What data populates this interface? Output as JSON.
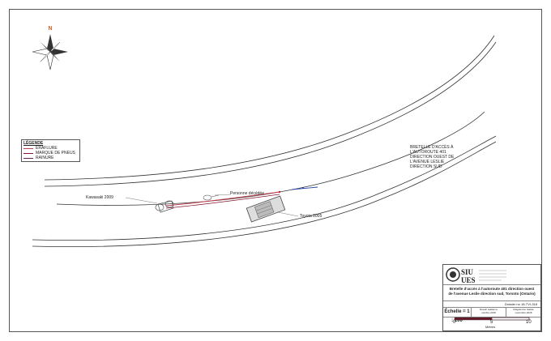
{
  "north_label": "N",
  "legend": {
    "title": "LÉGENDE",
    "items": [
      {
        "label": "ÉRAFLURE",
        "color": "#c0404f"
      },
      {
        "label": "MARQUE DE PNEUS",
        "color": "#8a1530"
      },
      {
        "label": "RAINURE",
        "color": "#6a2060"
      }
    ]
  },
  "road_label": [
    "BRETELLE D'ACCÈS À",
    "L'AUTOROUTE 401",
    "DIRECTION OUEST DE",
    "L'AVENUE LESLIE",
    "DIRECTION SUD"
  ],
  "annotations": {
    "motorcycle": "Kawasaki 2009",
    "person": "Personne décédée",
    "car": "Toyota 2005"
  },
  "title_block": {
    "org_lines": [
      "SIU",
      "UES"
    ],
    "description": [
      "Bretelle d'accès à l'autoroute 401 direction ouest",
      "de l'avenue Leslie direction sud, Toronto (Ontario)"
    ],
    "dossier": "Dossier no 18-TVI-318",
    "scale": "Échelle = 1 : 200",
    "col2": [
      "Dessin réalisé le",
      "octobre 2018"
    ],
    "col3": [
      "Diagramme réalisé",
      "novembre 2018"
    ],
    "bar_labels": [
      "0",
      "5",
      "10"
    ],
    "bar_units": "Mètres"
  },
  "colors": {
    "road_edge": "#333333",
    "scrape": "#c0404f",
    "accent_north": "#d06020",
    "marker_blue": "#2244aa",
    "marker_red": "#cc2222"
  }
}
